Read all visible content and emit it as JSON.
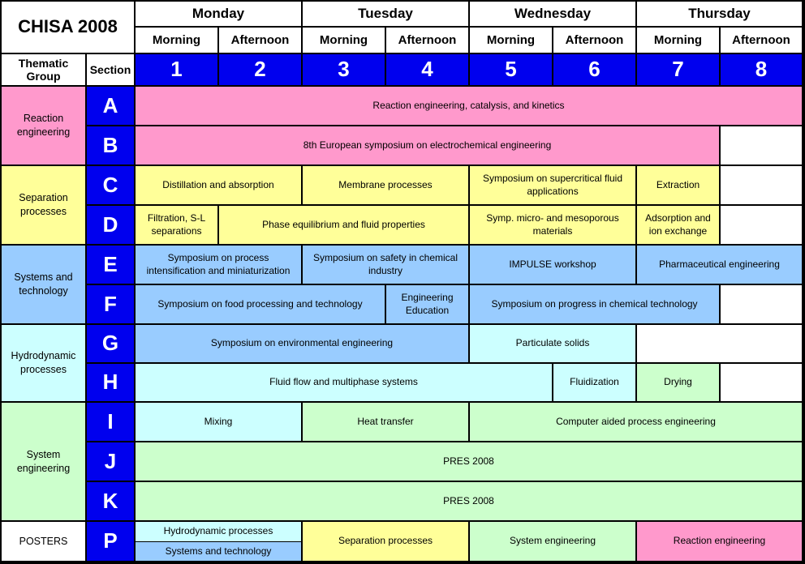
{
  "title": "CHISA 2008",
  "days": [
    "Monday",
    "Tuesday",
    "Wednesday",
    "Thursday"
  ],
  "times": [
    "Morning",
    "Afternoon",
    "Morning",
    "Afternoon",
    "Morning",
    "Afternoon",
    "Morning",
    "Afternoon"
  ],
  "headers": {
    "thematic_group": "Thematic Group",
    "section": "Section"
  },
  "section_numbers": [
    "1",
    "2",
    "3",
    "4",
    "5",
    "6",
    "7",
    "8"
  ],
  "colors": {
    "header_blue": "#0000ee",
    "reaction": "#ff99cc",
    "separation": "#ffff99",
    "systems": "#99ccff",
    "hydrodynamic": "#ccffff",
    "system_engineering": "#ccffcc"
  },
  "groups": [
    "Reaction engineering",
    "Separation processes",
    "Systems and technology",
    "Hydrodynamic processes",
    "System engineering",
    "POSTERS"
  ],
  "rows": [
    {
      "section": "A",
      "cells": [
        "Reaction engineering, catalysis, and kinetics"
      ]
    },
    {
      "section": "B",
      "cells": [
        "8th European symposium on electrochemical engineering",
        ""
      ]
    },
    {
      "section": "C",
      "cells": [
        "Distillation and absorption",
        "Membrane processes",
        "Symposium on supercritical fluid applications",
        "Extraction",
        ""
      ]
    },
    {
      "section": "D",
      "cells": [
        "Filtration, S-L separations",
        "Phase equilibrium and fluid properties",
        "Symp. micro- and mesoporous materials",
        "Adsorption and ion exchange",
        ""
      ]
    },
    {
      "section": "E",
      "cells": [
        "Symposium on process intensification and miniaturization",
        "Symposium on safety in chemical industry",
        "IMPULSE workshop",
        "Pharmaceutical engineering"
      ]
    },
    {
      "section": "F",
      "cells": [
        "Symposium on food processing and technology",
        "Engineering Education",
        "Symposium on progress in chemical technology",
        ""
      ]
    },
    {
      "section": "G",
      "cells": [
        "Symposium on environmental engineering",
        "Particulate solids",
        ""
      ]
    },
    {
      "section": "H",
      "cells": [
        "Fluid flow and multiphase systems",
        "Fluidization",
        "Drying",
        ""
      ]
    },
    {
      "section": "I",
      "cells": [
        "Mixing",
        "Heat transfer",
        "Computer aided process engineering"
      ]
    },
    {
      "section": "J",
      "cells": [
        "PRES 2008"
      ]
    },
    {
      "section": "K",
      "cells": [
        "PRES 2008"
      ]
    },
    {
      "section": "P",
      "cells": [
        "Hydrodynamic processes",
        "Systems and technology",
        "Separation processes",
        "System engineering",
        "Reaction engineering"
      ]
    }
  ]
}
